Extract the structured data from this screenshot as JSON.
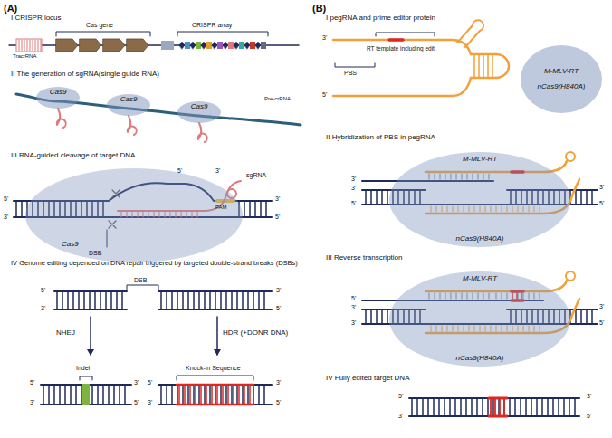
{
  "diagram": {
    "nodes": [
      {
        "text": [
          "Cas9"
        ]
      },
      {
        "text": [
          "Cas9"
        ]
      },
      {
        "text": [
          "Cas9"
        ]
      },
      {
        "text": [
          "Cas9"
        ]
      },
      {
        "text": [
          "M-MLV-RT",
          "nCas9(H840A)"
        ]
      },
      {
        "text": [
          "M-MLV-RT",
          "nCas9(H840A)"
        ]
      },
      {
        "text": [
          "M-MLV-RT",
          "nCas9(H840A)"
        ]
      }
    ],
    "labels": [
      "(A)",
      "I CRISPR locus",
      "Cas gene",
      "CRISPR array",
      "TracrRNA",
      "II The generation of sgRNA(single guide RNA)",
      "Pre-crRNA",
      "III RNA-guided cleavage of target DNA",
      "5'",
      "3'",
      "sgRNA",
      "PAM",
      "5'",
      "3'",
      "3'",
      "5'",
      "DSB",
      "IV Genome editing depended on DNA repair triggered by targeted double-strand breaks (DSBs)",
      "5'",
      "3'",
      "DSB",
      "3'",
      "5'",
      "NHEJ",
      "HDR (+DONR DNA)",
      "Indel",
      "Knock-in Sequence",
      "5'",
      "3'",
      "3'",
      "5'",
      "5'",
      "3'",
      "3'",
      "5'",
      "(B)",
      "I pegRNA and prime editor protein",
      "3'",
      "RT template including edit",
      "PBS",
      "5'",
      "II Hybridization of PBS in pegRNA",
      "3'",
      "3'",
      "5'",
      "3'",
      "5'",
      "III Reverse transcription",
      "5'",
      "3'",
      "3'",
      "3'",
      "5'",
      "IV Fully edited target DNA",
      "5'",
      "3'",
      "3'",
      "5'"
    ]
  }
}
